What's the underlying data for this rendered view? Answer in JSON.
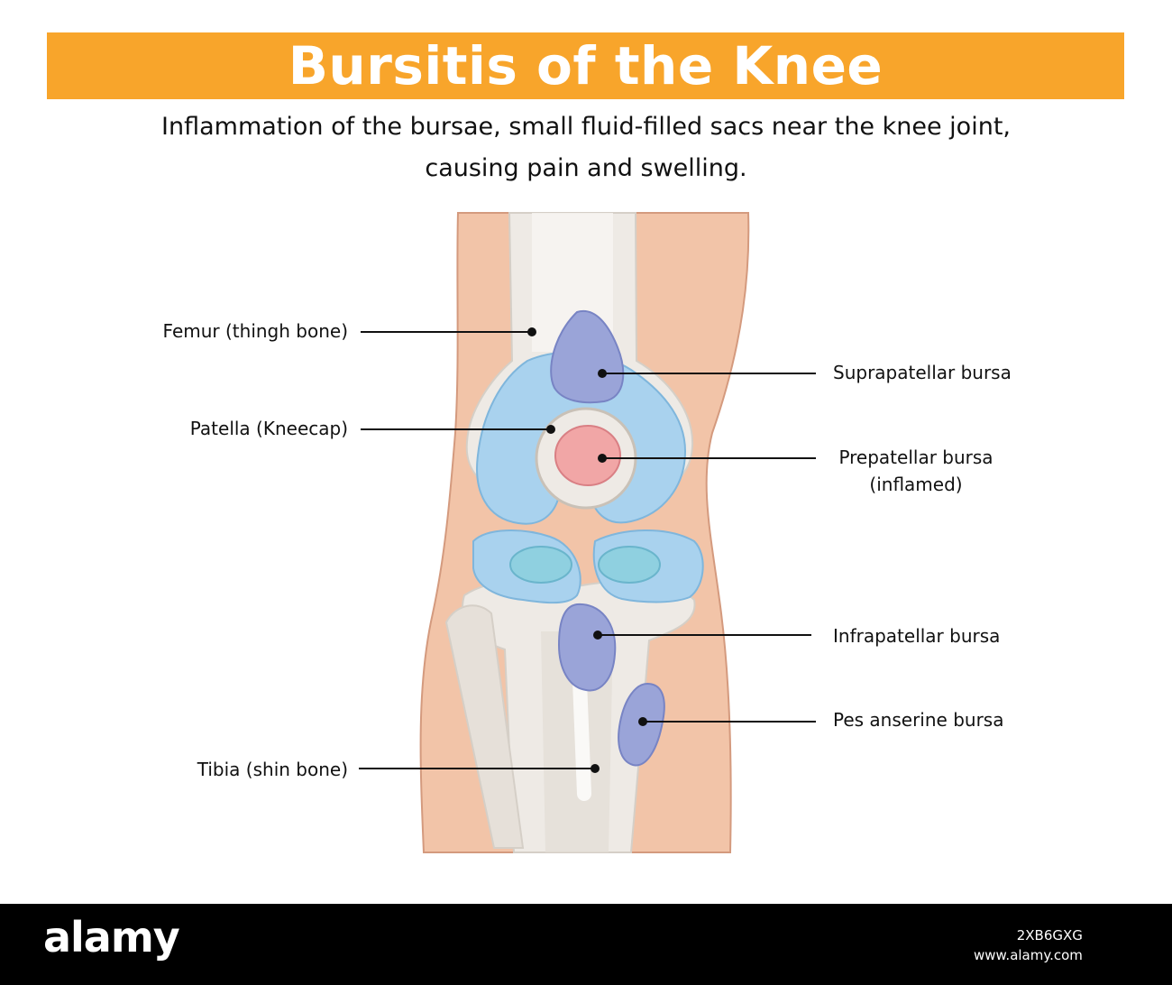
{
  "header": {
    "title": "Bursitis of the Knee",
    "subtitle_line1": "Inflammation of the bursae, small fluid-filled sacs near the knee joint,",
    "subtitle_line2": "causing pain and swelling."
  },
  "labels": {
    "femur": "Femur (thingh bone)",
    "patella": "Patella (Kneecap)",
    "tibia": "Tibia (shin bone)",
    "suprapatellar": "Suprapatellar bursa",
    "prepatellar_line1": "Prepatellar bursa",
    "prepatellar_line2": "(inflamed)",
    "infrapatellar": "Infrapatellar bursa",
    "pes_anserine": "Pes anserine bursa"
  },
  "footer": {
    "brand": "alamy",
    "image_id": "2XB6GXG",
    "site": "www.alamy.com"
  },
  "colors": {
    "banner": "#f8a52b",
    "skin": "#f2c4a8",
    "bone": "#eeeae5",
    "cartilage": "#a9d2ee",
    "bursa": "#9aa4d8",
    "inflamed": "#f1a6a6"
  }
}
